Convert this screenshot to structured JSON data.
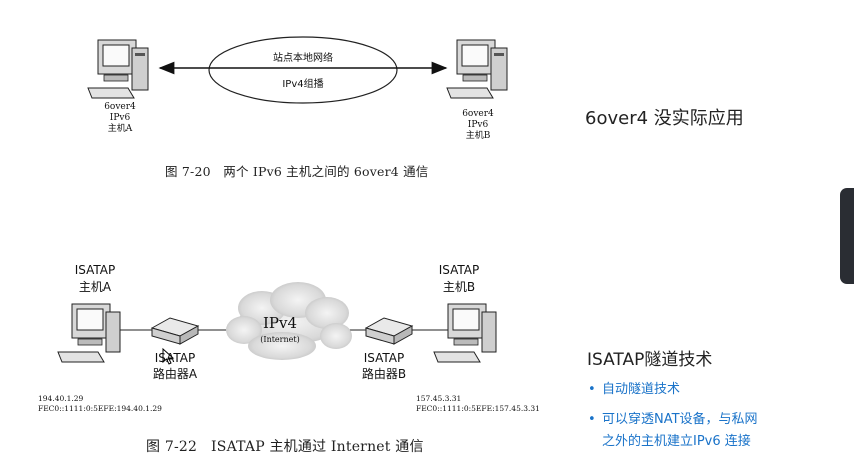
{
  "fig1": {
    "lan_label": "站点本地网络",
    "multicast_label": "IPv4组播",
    "hostA_lines": [
      "6over4",
      "IPv6",
      "主机A"
    ],
    "hostB_lines": [
      "6over4",
      "IPv6",
      "主机B"
    ],
    "caption": "图 7-20   两个 IPv6 主机之间的 6over4 通信"
  },
  "fig2": {
    "hostA_title": [
      "ISATAP",
      "主机A"
    ],
    "hostB_title": [
      "ISATAP",
      "主机B"
    ],
    "routerA": [
      "ISATAP",
      "路由器A"
    ],
    "routerB": [
      "ISATAP",
      "路由器B"
    ],
    "cloud_title": "IPv4",
    "cloud_sub": "(Internet)",
    "addrA": [
      "194.40.1.29",
      "FEC0::1111:0:5EFE:194.40.1.29"
    ],
    "addrB": [
      "157.45.3.31",
      "FEC0::1111:0:5EFE:157.45.3.31"
    ],
    "caption": "图 7-22   ISATAP 主机通过 Internet 通信"
  },
  "side": {
    "note1": "6over4 没实际应用",
    "isatap_title": "ISATAP隧道技术",
    "bullets": [
      "自动隧道技术",
      "可以穿透NAT设备，与私网",
      "之外的主机建立IPv6 连接"
    ],
    "bullet_color": "#1a73c9"
  }
}
